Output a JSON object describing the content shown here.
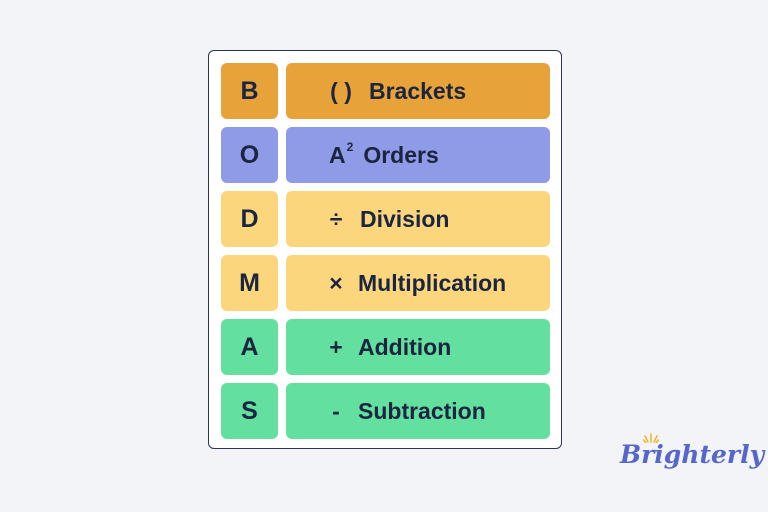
{
  "rows": [
    {
      "letter": "B",
      "symbol": "( )",
      "word": "Brackets",
      "color": "#e8a23a"
    },
    {
      "letter": "O",
      "symbol": "A",
      "sup": "2",
      "word": "Orders",
      "color": "#8f9be6"
    },
    {
      "letter": "D",
      "symbol": "÷",
      "word": "Division",
      "color": "#fbd67c"
    },
    {
      "letter": "M",
      "symbol": "×",
      "word": "Multiplication",
      "color": "#fbd67c"
    },
    {
      "letter": "A",
      "symbol": "+",
      "word": "Addition",
      "color": "#63df9f"
    },
    {
      "letter": "S",
      "symbol": "-",
      "word": "Subtraction",
      "color": "#63df9f"
    }
  ],
  "logo": {
    "text": "Brighterly",
    "color": "#5566cc",
    "accent": "#f2b52f"
  }
}
